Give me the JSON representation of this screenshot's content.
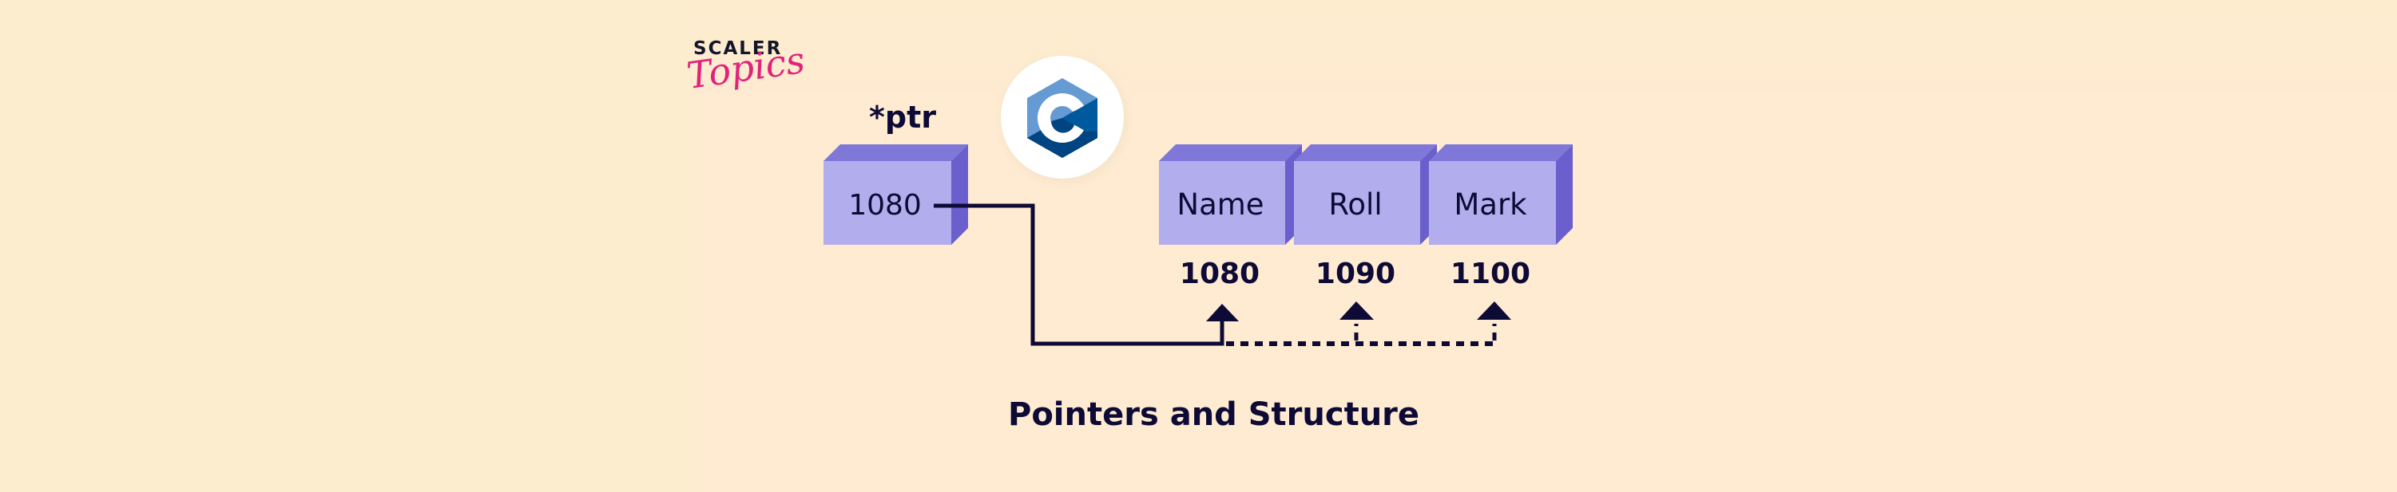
{
  "logo": {
    "brand_top": "SCALER",
    "brand_bottom": "Topics"
  },
  "language_badge": {
    "icon": "c-language-icon"
  },
  "pointer": {
    "name": "*ptr",
    "value": "1080"
  },
  "structure": {
    "fields": [
      {
        "label": "Name",
        "address": "1080",
        "pointed": true
      },
      {
        "label": "Roll",
        "address": "1090",
        "pointed": false
      },
      {
        "label": "Mark",
        "address": "1100",
        "pointed": false
      }
    ]
  },
  "caption": "Pointers and Structure",
  "colors": {
    "box_front": "#B2AEEE",
    "box_top": "#7F78D8",
    "box_side": "#6A5FCC",
    "ink": "#0D0B35",
    "logo_pink": "#E0237A",
    "c_light": "#659AD2",
    "c_dark": "#00599C",
    "c_darker": "#004482"
  }
}
